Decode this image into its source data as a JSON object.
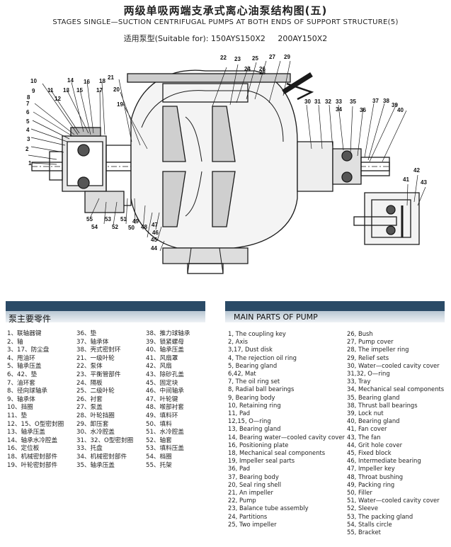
{
  "header": {
    "title_cn": "两级单吸两端支承式离心油泵结构图(五)",
    "title_en": "STAGES SINGLE—SUCTION CENTRIFUGAL PUMPS AT BOTH ENDS OF SUPPORT STRUCTURE(5)",
    "suitable_label": "适用泵型(Suitable for):",
    "models": [
      "150AYS150X2",
      "200AY150X2"
    ]
  },
  "diagram": {
    "callouts": [
      "1",
      "2",
      "3",
      "4",
      "5",
      "6",
      "7",
      "8",
      "9",
      "10",
      "11",
      "12",
      "13",
      "14",
      "15",
      "16",
      "17",
      "18",
      "19",
      "20",
      "21",
      "22",
      "23",
      "24",
      "25",
      "26",
      "27",
      "28",
      "29",
      "30",
      "31",
      "32",
      "33",
      "34",
      "35",
      "36",
      "37",
      "38",
      "39",
      "40",
      "41",
      "42",
      "43",
      "44",
      "45",
      "46",
      "47",
      "48",
      "49",
      "50",
      "51",
      "52",
      "53",
      "54",
      "55"
    ]
  },
  "parts_cn": {
    "heading": "泵主要零件",
    "col1": [
      "1、联轴器键",
      "2、轴",
      "3、17、防尘盘",
      "4、甩油环",
      "5、轴承压盖",
      "6、42、垫",
      "7、油环套",
      "8、径向球轴承",
      "9、轴承体",
      "10、挡圈",
      "11、垫",
      "12、15、O型密封圈",
      "13、轴承压盖",
      "14、轴承水冷腔盖",
      "16、定位板",
      "18、机械密封部件",
      "19、叶轮密封部件"
    ],
    "col2": [
      "36、垫",
      "37、轴承体",
      "38、壳式密封环",
      "21、一级叶轮",
      "22、泵体",
      "23、平衡管部件",
      "24、隔板",
      "25、二级叶轮",
      "26、衬套",
      "27、泵盖",
      "28、叶轮挡圈",
      "29、卸压套",
      "30、水冷腔盖",
      "31、32、O型密封圈",
      "33、托盘",
      "34、机械密封部件",
      "35、轴承压盖"
    ],
    "col3": [
      "38、推力球轴承",
      "39、锁紧螺母",
      "40、轴承压盖",
      "41、风扇罩",
      "42、风扇",
      "43、除砂孔盖",
      "45、固定块",
      "46、中间轴承",
      "47、叶轮键",
      "48、喉部衬套",
      "49、填料环",
      "50、填料",
      "51、水冷腔盖",
      "52、轴套",
      "53、填料压盖",
      "54、档圈",
      "55、托架"
    ]
  },
  "parts_en": {
    "heading": "MAIN PARTS OF PUMP",
    "col1": [
      "1, The coupling key",
      "2, Axis",
      "3,17, Dust disk",
      "4, The rejection oil ring",
      "5, Bearing gland",
      "6,42, Mat",
      "7, The oil ring set",
      "8, Radial ball bearings",
      "9, Bearing body",
      "10, Retaining ring",
      "11, Pad",
      "12,15, O—ring",
      "13, Bearing gland",
      "14, Bearing water—cooled cavity cover",
      "16, Positioning plate",
      "18, Mechanical seal components",
      "19, Impeller seal parts",
      "36, Pad",
      "37, Bearing body",
      "20, Seal ring shell",
      "21, An impeller",
      "22, Pump",
      "23, Balance tube assembly",
      "24, Partitions",
      "25, Two impeller"
    ],
    "col2": [
      "26, Bush",
      "27, Pump cover",
      "28, The impeller ring",
      "29, Relief sets",
      "30, Water—cooled cavity cover",
      "31,32, O—ring",
      "33, Tray",
      "34, Mechanical seal components",
      "35, Bearing gland",
      "38, Thrust ball bearings",
      "39, Lock nut",
      "40, Bearing gland",
      "41, Fan cover",
      "43, The fan",
      "44, Grit hole cover",
      "45, Fixed block",
      "46, Intermediate bearing",
      "47, Impeller key",
      "48, Throat bushing",
      "49, Packing ring",
      "50, Filler",
      "51, Water—cooled cavity cover",
      "52, Sleeve",
      "53, The packing gland",
      "54, Stalls circle",
      "55, Bracket"
    ]
  }
}
